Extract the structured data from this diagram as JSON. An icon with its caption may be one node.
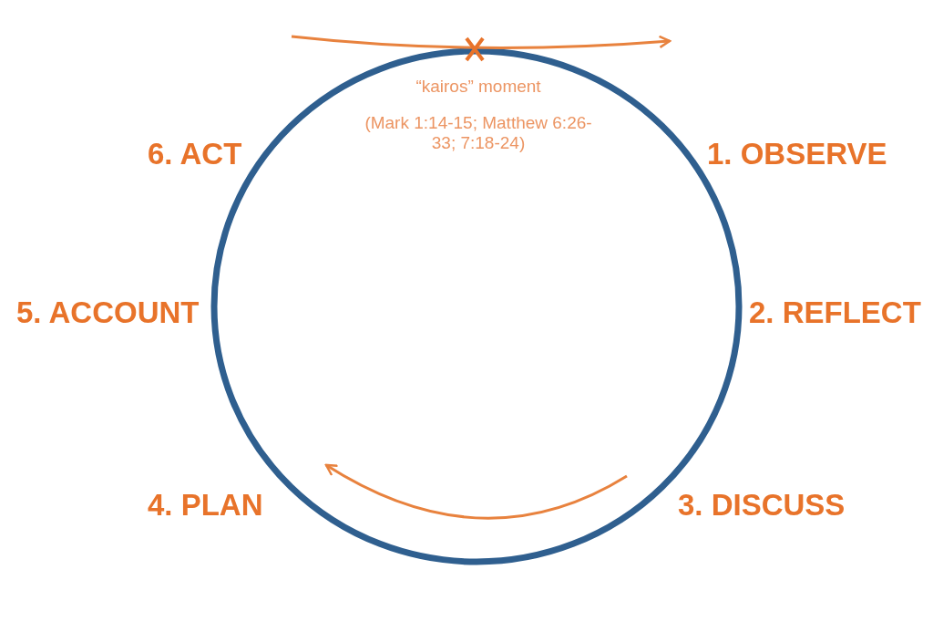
{
  "diagram": {
    "labels": [
      "“kairos” moment",
      "(Mark 1:14-15; Matthew 6:26-33; 7:18-24)",
      "6. ACT",
      "1. OBSERVE",
      "5. ACCOUNT",
      "2. REFLECT",
      "4. PLAN",
      "3. DISCUSS"
    ]
  }
}
